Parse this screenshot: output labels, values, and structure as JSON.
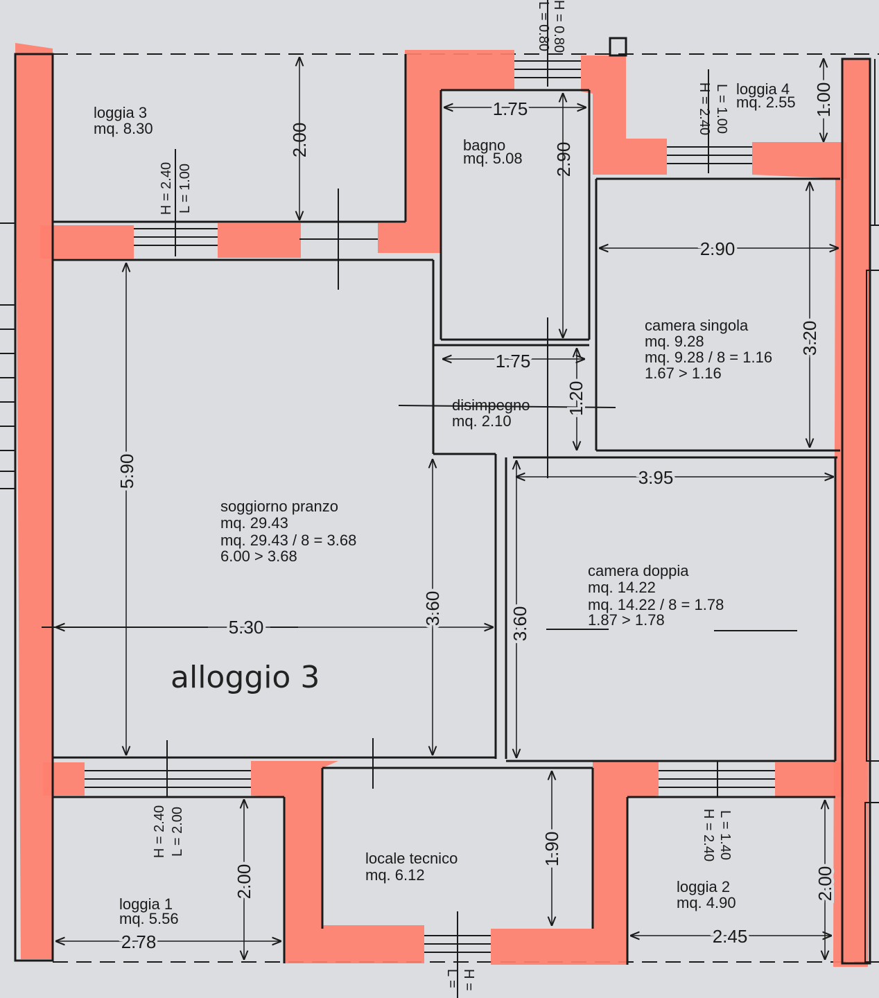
{
  "plan": {
    "title": "alloggio 3",
    "colors": {
      "paper": "#dcdde0",
      "wall": "#ff7f6e",
      "line": "#1a1a1a"
    }
  },
  "rooms": {
    "loggia3": {
      "name": "loggia 3",
      "area": "mq. 8.30"
    },
    "bagno": {
      "name": "bagno",
      "area": "mq. 5.08"
    },
    "loggia4": {
      "name": "loggia 4",
      "area": "mq. 2.55"
    },
    "camera_singola": {
      "name": "camera singola",
      "area": "mq. 9.28",
      "ratio": "mq. 9.28 / 8 = 1.16",
      "check": "1.67 > 1.16"
    },
    "disimpegno": {
      "name": "disimpegno",
      "area": "mq. 2.10"
    },
    "soggiorno": {
      "name": "soggiorno pranzo",
      "area": "mq. 29.43",
      "ratio": "mq. 29.43 / 8 = 3.68",
      "check": "6.00 > 3.68"
    },
    "camera_doppia": {
      "name": "camera doppia",
      "area": "mq. 14.22",
      "ratio": "mq. 14.22 / 8 = 1.78",
      "check": "1.87 > 1.78"
    },
    "locale_tecnico": {
      "name": "locale tecnico",
      "area": "mq. 6.12"
    },
    "loggia1": {
      "name": "loggia 1",
      "area": "mq. 5.56"
    },
    "loggia2": {
      "name": "loggia 2",
      "area": "mq. 4.90"
    }
  },
  "dimensions": {
    "loggia3_h": "2.00",
    "bagno_w": "1.75",
    "bagno_h": "2.90",
    "loggia4_h": "1.00",
    "singola_w": "2.90",
    "singola_h": "3.20",
    "disimp_w": "1.75",
    "disimp_h": "1.20",
    "doppia_w": "3.95",
    "soggiorno_h": "5.90",
    "soggiorno_w": "5.30",
    "soggiorno_h2": "3.60",
    "doppia_h": "3.60",
    "tecnico_h": "1.90",
    "loggia1_h": "2.00",
    "loggia1_w": "2.78",
    "loggia2_h": "2.00",
    "loggia2_w": "2.45"
  },
  "windows": {
    "top_door_a": "L = 0.80",
    "top_door_b": "H = 0.80",
    "loggia3_L": "L = 1.00",
    "loggia3_H": "H = 2.40",
    "loggia4_L": "L = 1.00",
    "loggia4_H": "H = 2.40",
    "loggia1_H": "H = 2.40",
    "loggia1_L": "L = 2.00",
    "loggia2_L": "L = 1.40",
    "loggia2_H": "H = 2.40",
    "bottom_H": "H =",
    "bottom_L": "L ="
  }
}
